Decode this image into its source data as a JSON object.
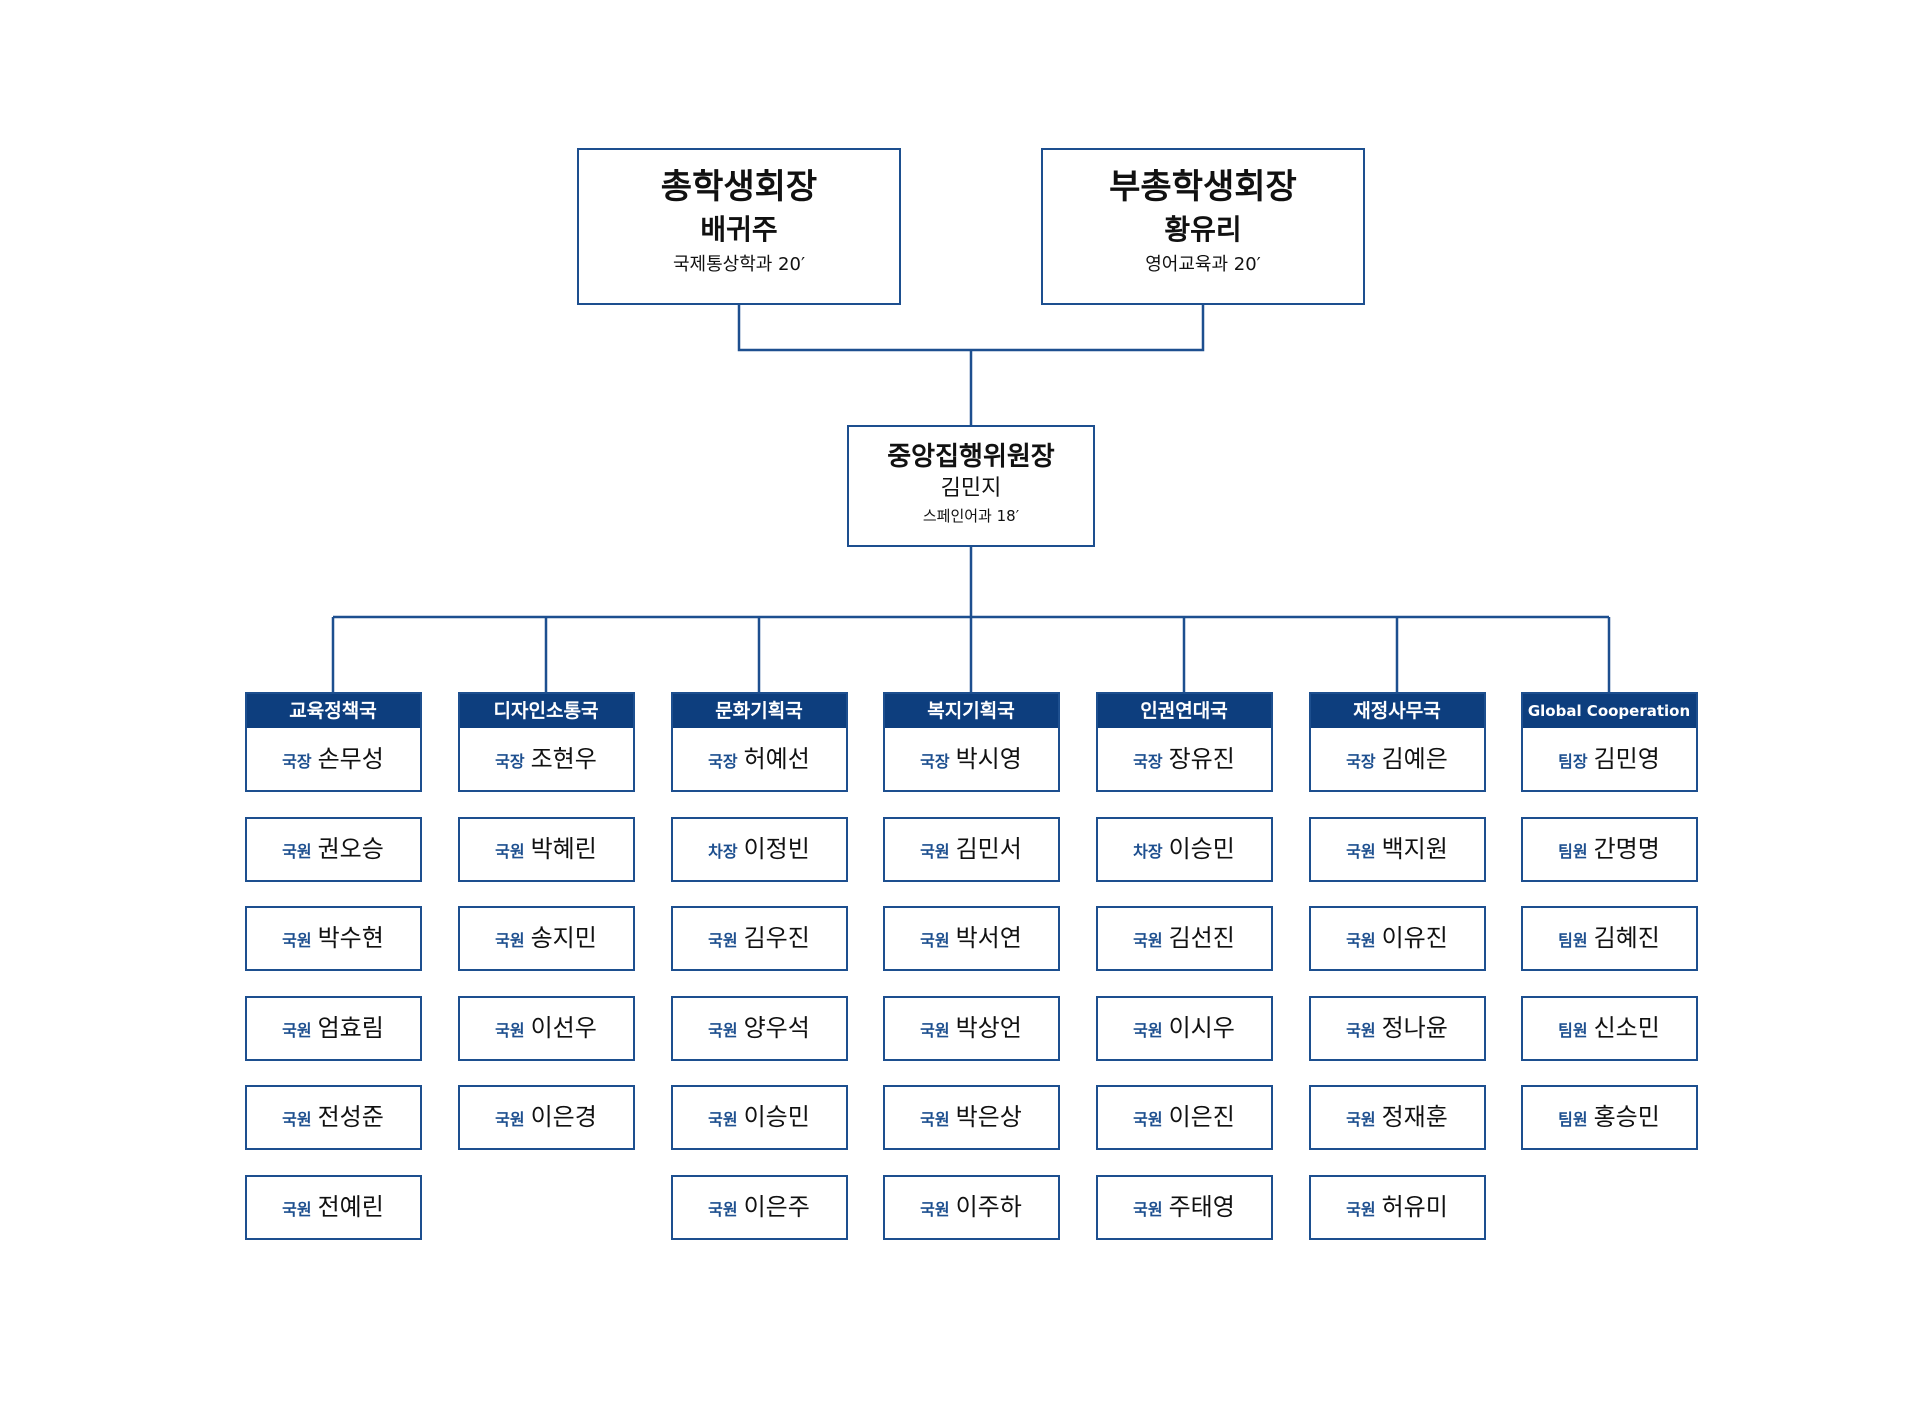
{
  "colors": {
    "primary": "#0d3e7e",
    "border": "#1d4f8f",
    "connector": "#1d4f8f"
  },
  "president": {
    "title": "총학생회장",
    "name": "배귀주",
    "dept": "국제통상학과 20′"
  },
  "vice_president": {
    "title": "부총학생회장",
    "name": "황유리",
    "dept": "영어교육과 20′"
  },
  "committee_chair": {
    "title": "중앙집행위원장",
    "name": "김민지",
    "dept": "스페인어과 18′"
  },
  "departments": [
    {
      "name": "교육정책국",
      "head_role": "국장",
      "head_name": "손무성",
      "members": [
        {
          "role": "국원",
          "name": "권오승"
        },
        {
          "role": "국원",
          "name": "박수현"
        },
        {
          "role": "국원",
          "name": "엄효림"
        },
        {
          "role": "국원",
          "name": "전성준"
        },
        {
          "role": "국원",
          "name": "전예린"
        }
      ]
    },
    {
      "name": "디자인소통국",
      "head_role": "국장",
      "head_name": "조현우",
      "members": [
        {
          "role": "국원",
          "name": "박혜린"
        },
        {
          "role": "국원",
          "name": "송지민"
        },
        {
          "role": "국원",
          "name": "이선우"
        },
        {
          "role": "국원",
          "name": "이은경"
        }
      ]
    },
    {
      "name": "문화기획국",
      "head_role": "국장",
      "head_name": "허예선",
      "members": [
        {
          "role": "차장",
          "name": "이정빈"
        },
        {
          "role": "국원",
          "name": "김우진"
        },
        {
          "role": "국원",
          "name": "양우석"
        },
        {
          "role": "국원",
          "name": "이승민"
        },
        {
          "role": "국원",
          "name": "이은주"
        }
      ]
    },
    {
      "name": "복지기획국",
      "head_role": "국장",
      "head_name": "박시영",
      "members": [
        {
          "role": "국원",
          "name": "김민서"
        },
        {
          "role": "국원",
          "name": "박서연"
        },
        {
          "role": "국원",
          "name": "박상언"
        },
        {
          "role": "국원",
          "name": "박은상"
        },
        {
          "role": "국원",
          "name": "이주하"
        }
      ]
    },
    {
      "name": "인권연대국",
      "head_role": "국장",
      "head_name": "장유진",
      "members": [
        {
          "role": "차장",
          "name": "이승민"
        },
        {
          "role": "국원",
          "name": "김선진"
        },
        {
          "role": "국원",
          "name": "이시우"
        },
        {
          "role": "국원",
          "name": "이은진"
        },
        {
          "role": "국원",
          "name": "주태영"
        }
      ]
    },
    {
      "name": "재정사무국",
      "head_role": "국장",
      "head_name": "김예은",
      "members": [
        {
          "role": "국원",
          "name": "백지원"
        },
        {
          "role": "국원",
          "name": "이유진"
        },
        {
          "role": "국원",
          "name": "정나윤"
        },
        {
          "role": "국원",
          "name": "정재훈"
        },
        {
          "role": "국원",
          "name": "허유미"
        }
      ]
    },
    {
      "name": "Global Cooperation",
      "head_role": "팀장",
      "head_name": "김민영",
      "members": [
        {
          "role": "팀원",
          "name": "간명명"
        },
        {
          "role": "팀원",
          "name": "김혜진"
        },
        {
          "role": "팀원",
          "name": "신소민"
        },
        {
          "role": "팀원",
          "name": "홍승민"
        }
      ]
    }
  ]
}
